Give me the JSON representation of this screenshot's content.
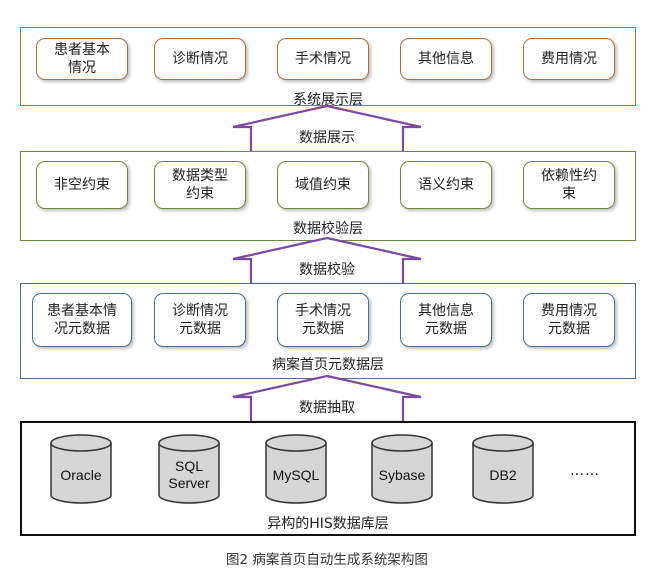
{
  "layers": {
    "display": {
      "title": "系统展示层",
      "items": [
        "患者基本\n情况",
        "诊断情况",
        "手术情况",
        "其他信息",
        "费用情况"
      ]
    },
    "validation": {
      "title": "数据校验层",
      "items": [
        "非空约束",
        "数据类型\n约束",
        "域值约束",
        "语义约束",
        "依赖性约\n束"
      ]
    },
    "metadata": {
      "title": "病案首页元数据层",
      "items": [
        "患者基本情\n况元数据",
        "诊断情况\n元数据",
        "手术情况\n元数据",
        "其他信息\n元数据",
        "费用情况\n元数据"
      ]
    },
    "his": {
      "title": "异构的HIS数据库层",
      "databases": [
        "Oracle",
        "SQL\nServer",
        "MySQL",
        "Sybase",
        "DB2"
      ],
      "more": "……"
    }
  },
  "arrows": [
    "数据展示",
    "数据校验",
    "数据抽取"
  ],
  "figure_caption": "图2 病案首页自动生成系统架构图",
  "colors": {
    "display": "#b86b3a",
    "validation": "#6f8a3c",
    "metadata": "#4b6f9b",
    "arrow": "#7b4aa3",
    "db_fill": "#d6d6d6"
  }
}
